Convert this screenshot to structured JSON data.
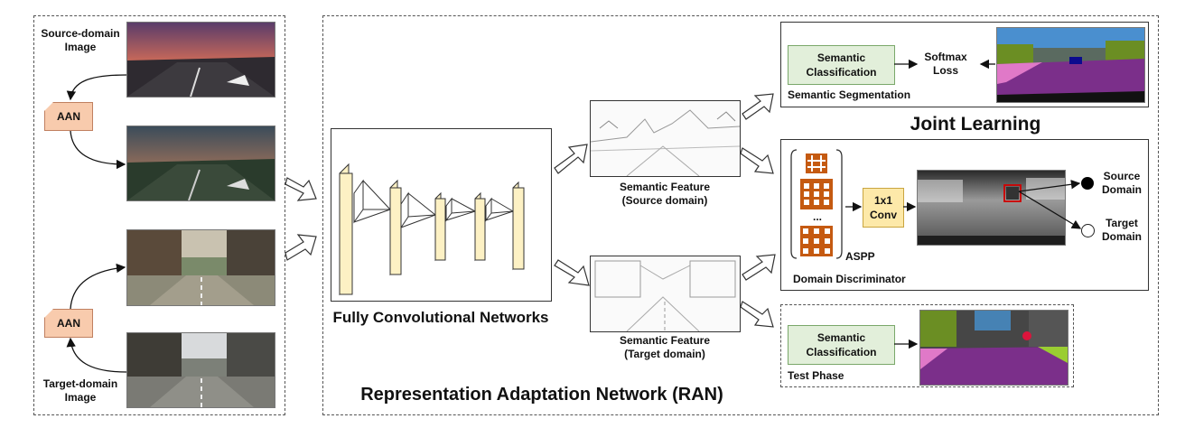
{
  "left_panel": {
    "source_label": "Source-domain\nImage",
    "target_label": "Target-domain\nImage",
    "aan_top": "AAN",
    "aan_bottom": "AAN"
  },
  "ran": {
    "title": "Representation Adaptation Network (RAN)",
    "fcn_label": "Fully Convolutional Networks",
    "feature_source_label": "Semantic Feature\n(Source domain)",
    "feature_target_label": "Semantic Feature\n(Target domain)",
    "joint_learning": "Joint Learning"
  },
  "segmentation": {
    "classifier_label": "Semantic\nClassification",
    "loss_label": "Softmax\nLoss",
    "caption": "Semantic Segmentation"
  },
  "discriminator": {
    "aspp_label": "ASPP",
    "ellipsis": "...",
    "conv_label": "1x1\nConv",
    "source_domain": "Source\nDomain",
    "target_domain": "Target\nDomain",
    "caption": "Domain Discriminator"
  },
  "test_phase": {
    "classifier_label": "Semantic\nClassification",
    "caption": "Test Phase"
  },
  "colors": {
    "aan_fill": "#f8cbad",
    "classifier_fill": "#e2efda",
    "conv_fill": "#fde9a9",
    "fcn_layer_fill": "#fdf1c4",
    "aspp_orange": "#c55a11",
    "road_purple": "#7b2f8a"
  }
}
